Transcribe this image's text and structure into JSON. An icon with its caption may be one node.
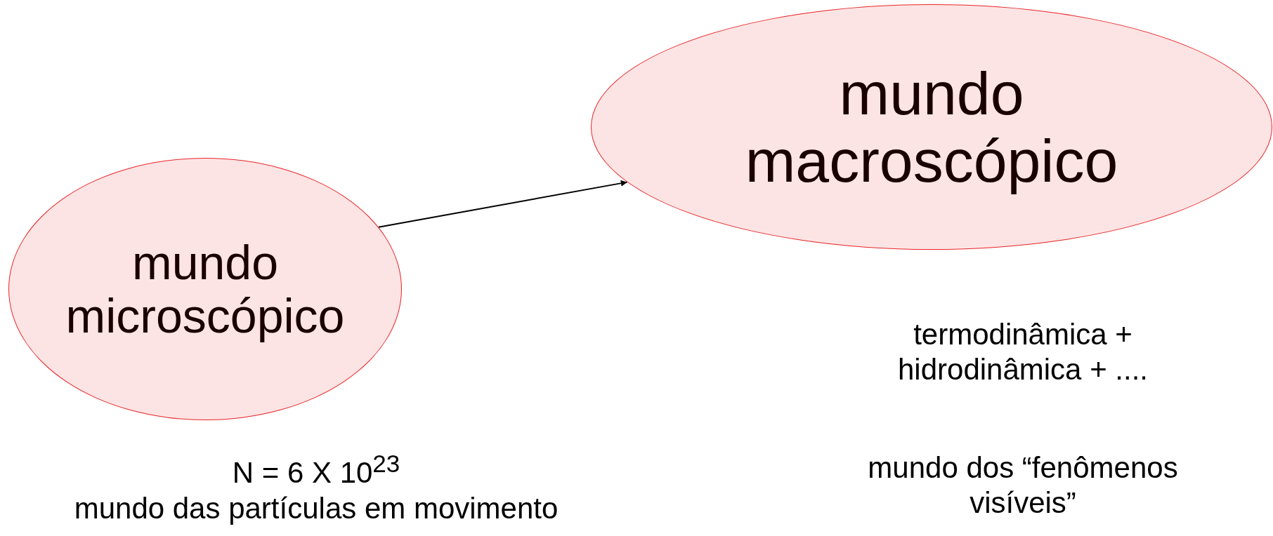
{
  "diagram": {
    "nodes": [
      {
        "text": [
          "mundo microscópico"
        ],
        "beside": [
          "N = 6 X 10$^{23}$",
          "mundo das partículas em movimento"
        ]
      },
      {
        "text": [
          "mundo macroscópico"
        ],
        "beside": [
          "termodinâmica + hidrodinâmica + ....",
          "mundo dos “fenômenos visíveis”"
        ]
      }
    ],
    "edges": [
      {
        "from": 0,
        "to": 1,
        "arrow": "to"
      }
    ]
  }
}
